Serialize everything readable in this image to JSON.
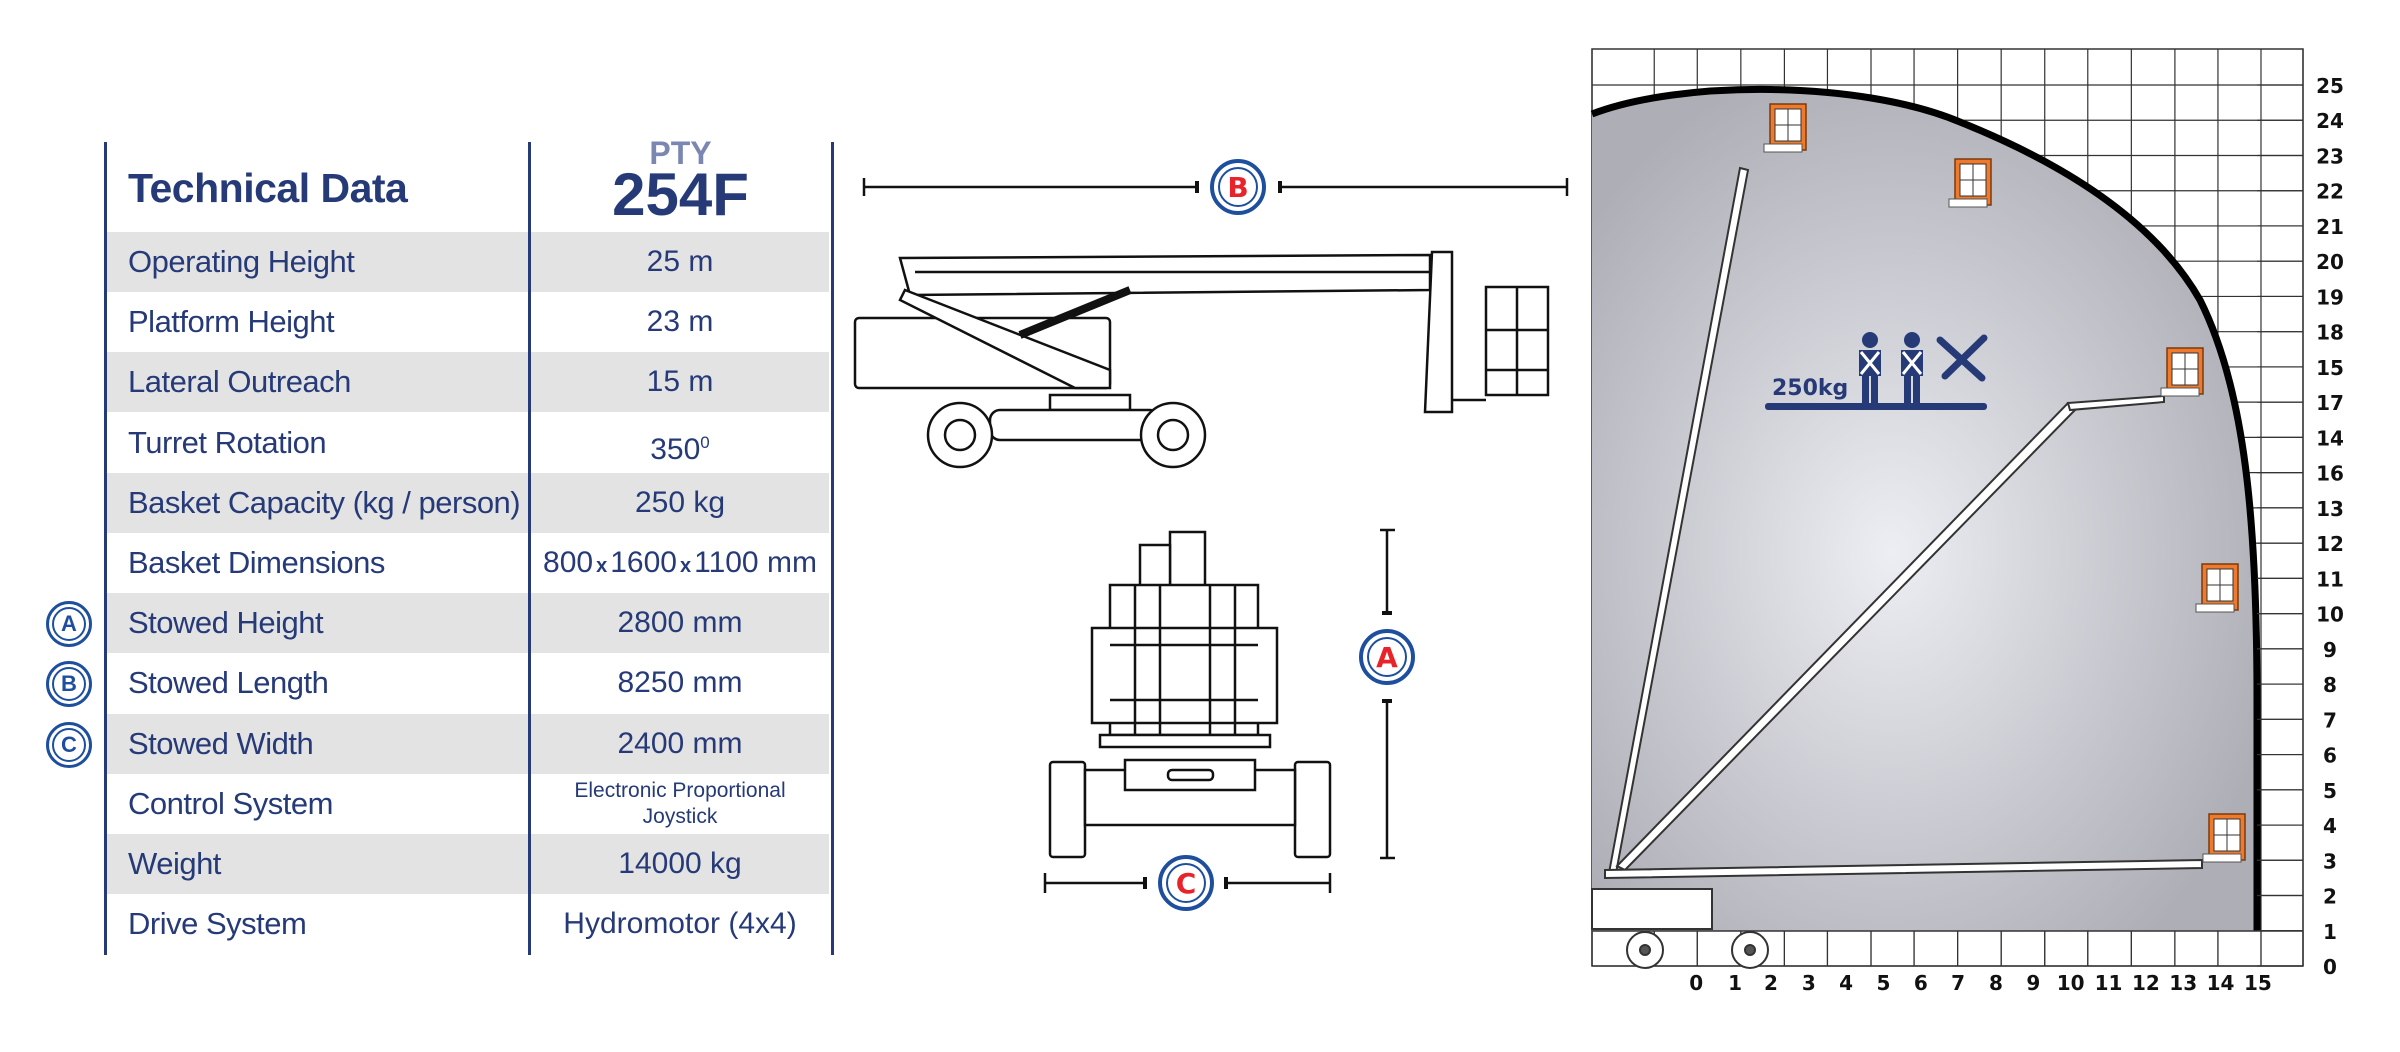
{
  "table": {
    "title": "Technical Data",
    "brand": "PTY",
    "model": "254F",
    "rows": [
      {
        "label": "Operating Height",
        "value": "25 m"
      },
      {
        "label": "Platform Height",
        "value": "23 m"
      },
      {
        "label": "Lateral Outreach",
        "value": "15 m"
      },
      {
        "label": "Turret Rotation",
        "value": "350",
        "sup": "0"
      },
      {
        "label": "Basket Capacity (kg / person)",
        "value": "250 kg"
      },
      {
        "label": "Basket Dimensions",
        "parts": [
          "800",
          "x",
          "1600",
          "x",
          "1100 mm"
        ]
      },
      {
        "label": "Stowed Height",
        "value": "2800 mm",
        "badge": "A"
      },
      {
        "label": "Stowed Length",
        "value": "8250 mm",
        "badge": "B"
      },
      {
        "label": "Stowed Width",
        "value": "2400 mm",
        "badge": "C"
      },
      {
        "label": "Control System",
        "value_lines": [
          "Electronic Proportional",
          "Joystick"
        ]
      },
      {
        "label": "Weight",
        "value": "14000 kg"
      },
      {
        "label": "Drive System",
        "value": "Hydromotor (4x4)"
      }
    ]
  },
  "dimensions": {
    "length": "B",
    "height": "A",
    "width": "C"
  },
  "working_range": {
    "load_label": "250kg",
    "y_labels": [
      "25",
      "24",
      "23",
      "22",
      "21",
      "20",
      "19",
      "18",
      "15",
      "17",
      "14",
      "16",
      "13",
      "12",
      "11",
      "10",
      "9",
      "8",
      "7",
      "6",
      "5",
      "4",
      "3",
      "2",
      "1",
      "0"
    ],
    "x_labels": [
      "0",
      "1",
      "2",
      "3",
      "4",
      "5",
      "6",
      "7",
      "8",
      "9",
      "10",
      "11",
      "12",
      "13",
      "14",
      "15"
    ]
  },
  "colors": {
    "navy": "#263a78",
    "badge_blue": "#1e4f9e",
    "badge_red": "#e8232a",
    "basket_orange": "#f07a2b",
    "envelope_grey": "#aeaeb6"
  }
}
